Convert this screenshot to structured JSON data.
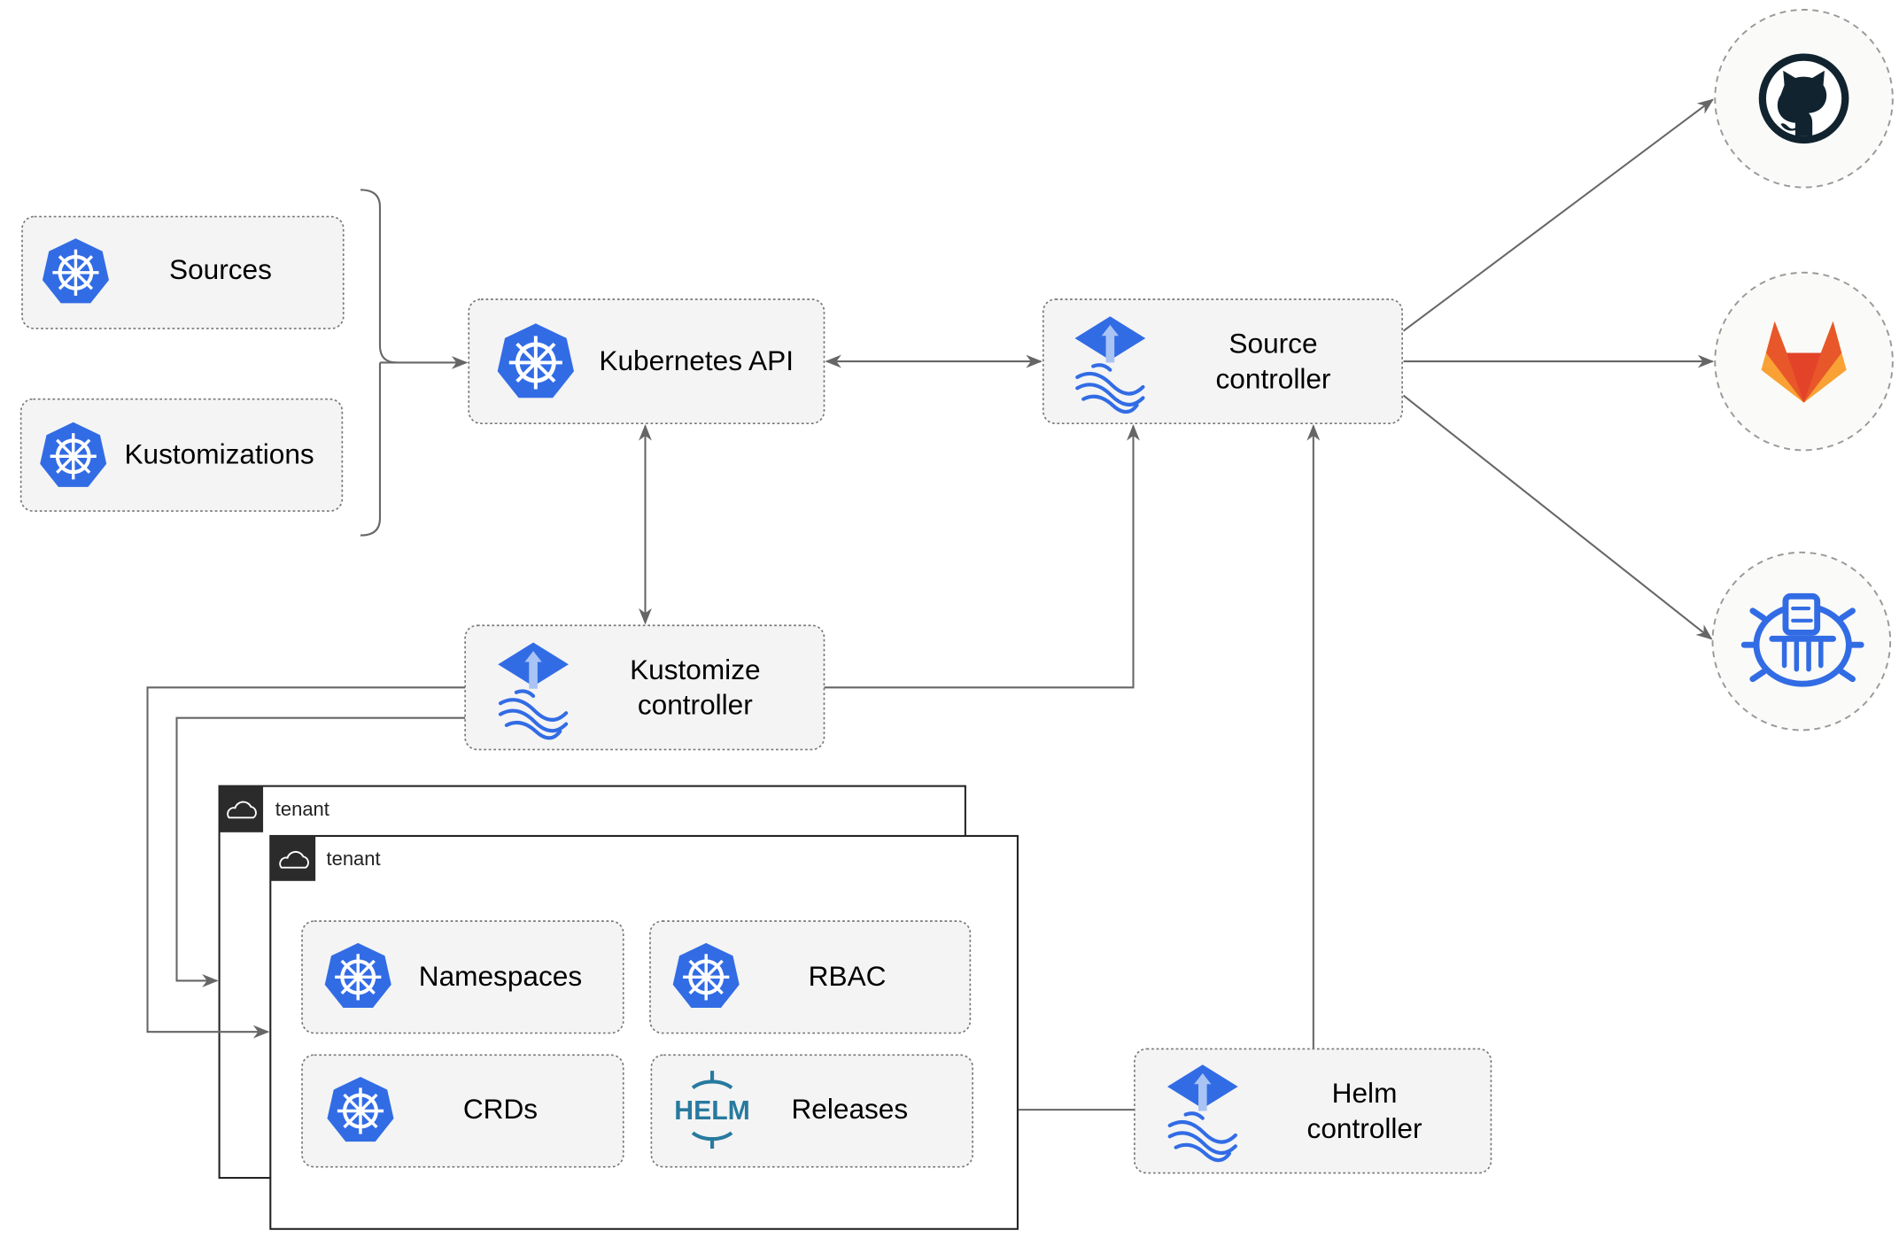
{
  "nodes": {
    "sources": "Sources",
    "kustomizations": "Kustomizations",
    "kubernetes_api": "Kubernetes API",
    "source_controller": [
      "Source",
      "controller"
    ],
    "kustomize_controller": [
      "Kustomize",
      "controller"
    ],
    "helm_controller": [
      "Helm",
      "controller"
    ],
    "namespaces": "Namespaces",
    "rbac": "RBAC",
    "crds": "CRDs",
    "releases": "Releases"
  },
  "tenants": [
    "tenant",
    "tenant"
  ],
  "helm_logo_text": "HELM",
  "external_sources": [
    "github-icon",
    "gitlab-icon",
    "helm-repository-icon"
  ],
  "colors": {
    "k8s_blue": "#326CE5",
    "github": "#10232f",
    "gitlab_orange": "#E8572A",
    "gitlab_yellow": "#F9A134",
    "helm_blue": "#277A9F"
  }
}
